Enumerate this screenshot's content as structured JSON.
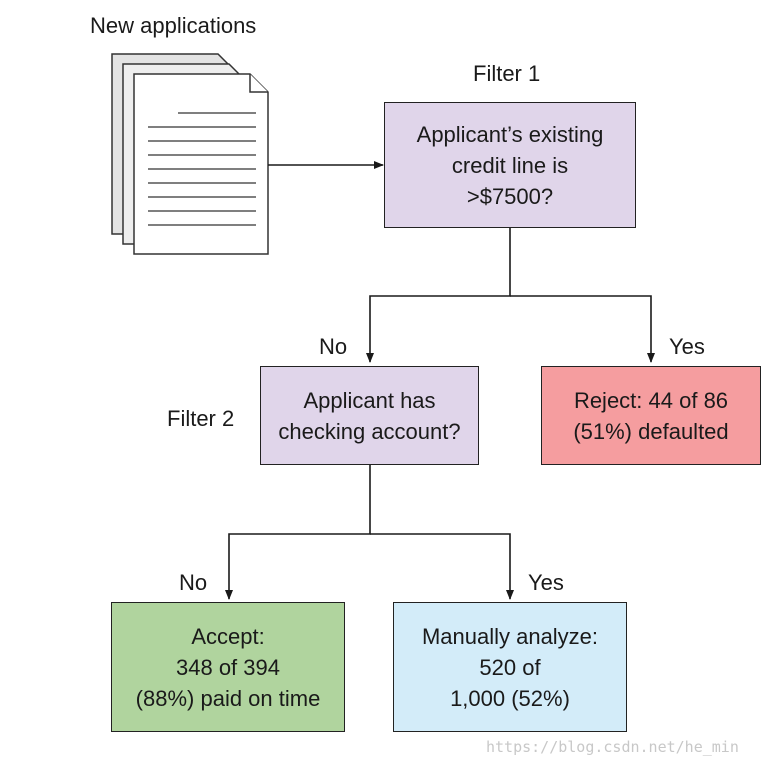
{
  "input_label": "New applications",
  "filter1": {
    "label": "Filter 1",
    "question": [
      "Applicant’s existing",
      "credit line is",
      ">$7500?"
    ]
  },
  "filter2": {
    "label": "Filter 2",
    "question": [
      "Applicant has",
      "checking account?"
    ]
  },
  "branches": {
    "f1_no": "No",
    "f1_yes": "Yes",
    "f2_no": "No",
    "f2_yes": "Yes"
  },
  "outcomes": {
    "reject": [
      "Reject: 44 of 86",
      "(51%) defaulted"
    ],
    "accept": [
      "Accept:",
      "348 of 394",
      "(88%) paid on time"
    ],
    "manual": [
      "Manually analyze:",
      "520 of",
      "1,000 (52%)"
    ]
  },
  "colors": {
    "filter_box": "#e0d5ea",
    "reject_box": "#f59d9f",
    "accept_box": "#b0d49e",
    "manual_box": "#d3ecf9",
    "line": "#1a1a1a"
  },
  "watermark": "https://blog.csdn.net/he_min"
}
